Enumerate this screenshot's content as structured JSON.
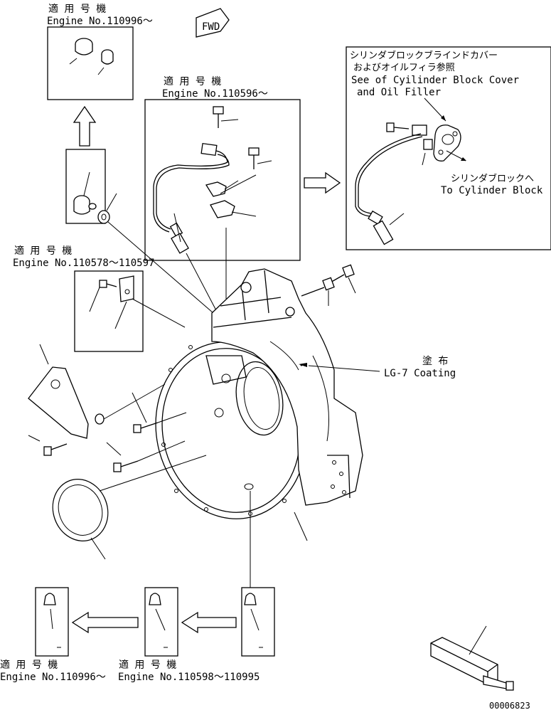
{
  "labels": {
    "top_left_jp": "適 用 号 機",
    "top_left_en": "Engine No.110996～",
    "fwd": "FWD",
    "center_jp": "適 用 号 機",
    "center_en": "Engine No.110596～",
    "right_jp1": "シリンダブロックブラインドカバー",
    "right_jp2": "およびオイルフィラ参照",
    "right_en1": "See of Cyilinder Block Cover",
    "right_en2": "and Oil Filler",
    "to_block_jp": "シリンダブロックへ",
    "to_block_en": "To Cylinder Block",
    "mid_left_jp": "適 用 号 機",
    "mid_left_en": "Engine No.110578～110597",
    "coating_jp": "塗 布",
    "coating_en": "LG-7 Coating",
    "bottom_left_jp": "適 用 号 機",
    "bottom_left_en": "Engine No.110996～",
    "bottom_mid_jp": "適 用 号 機",
    "bottom_mid_en": "Engine No.110598～110995",
    "drawing_no": "00006823"
  },
  "icons": [
    "fwd-arrow-icon",
    "flywheel-housing",
    "sensor-part",
    "bolt-part",
    "seal-ring-part",
    "plug-part"
  ]
}
